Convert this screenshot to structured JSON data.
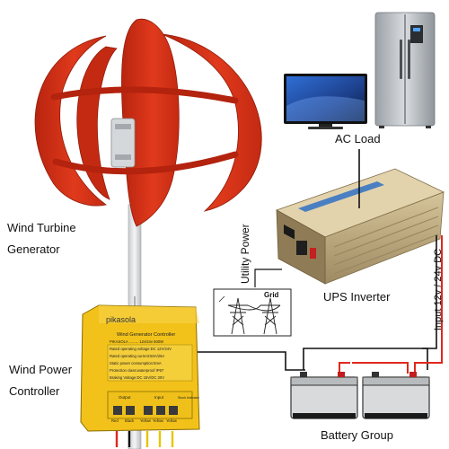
{
  "labels": {
    "ac_load": "AC Load",
    "wind_turbine_line1": "Wind Turbine",
    "wind_turbine_line2": "Generator",
    "utility_power": "Utility Power",
    "grid": "Grid",
    "ups_inverter": "UPS Inverter",
    "input_dc": "Input 12v / 24v DC",
    "wind_power_line1": "Wind Power",
    "wind_power_line2": "Controller",
    "battery_group": "Battery Group"
  },
  "controller": {
    "brand": "pikasola",
    "title": "Wind Generator Controller",
    "specs": [
      "PIKASOLA ......... 12v/24v 500W",
      "Rated operating voltage:DC 12V/24V",
      "Rated operating current:50A/25A",
      "Static power consumption:5mA",
      "Protection class:waterproof IP67",
      "Braking Voltage:DC 15V/DC 30V"
    ],
    "sections": [
      "Output",
      "Input",
      "Stock Indicator"
    ],
    "terminals": [
      "Red",
      "Black",
      "Yellow",
      "Yellow",
      "Yellow"
    ]
  },
  "colors": {
    "turbine_red": "#d93418",
    "inverter_gold": "#b9a47a",
    "wire_red": "#e0281c",
    "wire_black": "#1a1a1a",
    "controller_yellow": "#f2c21a"
  }
}
